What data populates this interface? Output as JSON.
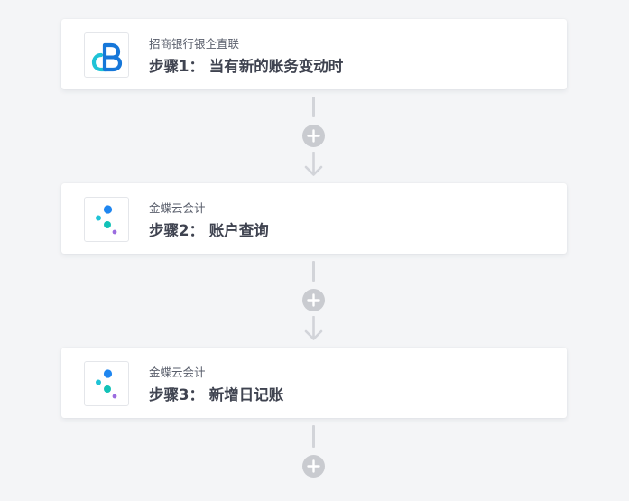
{
  "steps": [
    {
      "app_name": "招商银行银企直联",
      "title": "步骤1： 当有新的账务变动时",
      "icon": "cmb-bank-logo-icon"
    },
    {
      "app_name": "金蝶云会计",
      "title": "步骤2： 账户查询",
      "icon": "kingdee-logo-icon"
    },
    {
      "app_name": "金蝶云会计",
      "title": "步骤3： 新增日记账",
      "icon": "kingdee-logo-icon"
    }
  ],
  "colors": {
    "background": "#f4f5f7",
    "card": "#ffffff",
    "connector": "#d2d4d9",
    "add_button": "#c9cbd0",
    "cmb_blue": "#1677d9",
    "cmb_cyan": "#1fc3d6",
    "kingdee_blue": "#1f86f0",
    "kingdee_teal": "#12c2b7",
    "kingdee_purple": "#9b6cdf"
  }
}
